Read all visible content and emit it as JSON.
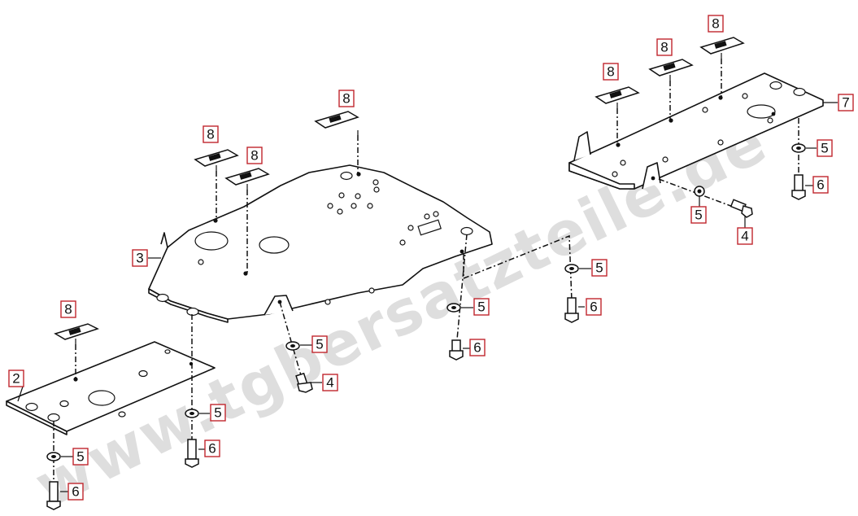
{
  "watermark": "www.tgbersatzteile.de",
  "callouts": [
    {
      "id": "c-2",
      "label": "2"
    },
    {
      "id": "c-3",
      "label": "3"
    },
    {
      "id": "c-7",
      "label": "7"
    },
    {
      "id": "c-8a",
      "label": "8"
    },
    {
      "id": "c-8b",
      "label": "8"
    },
    {
      "id": "c-8c",
      "label": "8"
    },
    {
      "id": "c-8d",
      "label": "8"
    },
    {
      "id": "c-8e",
      "label": "8"
    },
    {
      "id": "c-8f",
      "label": "8"
    },
    {
      "id": "c-8g",
      "label": "8"
    },
    {
      "id": "c-5a",
      "label": "5"
    },
    {
      "id": "c-5b",
      "label": "5"
    },
    {
      "id": "c-5c",
      "label": "5"
    },
    {
      "id": "c-5d",
      "label": "5"
    },
    {
      "id": "c-5e",
      "label": "5"
    },
    {
      "id": "c-5f",
      "label": "5"
    },
    {
      "id": "c-5g",
      "label": "5"
    },
    {
      "id": "c-6a",
      "label": "6"
    },
    {
      "id": "c-6b",
      "label": "6"
    },
    {
      "id": "c-6c",
      "label": "6"
    },
    {
      "id": "c-6d",
      "label": "6"
    },
    {
      "id": "c-6e",
      "label": "6"
    },
    {
      "id": "c-4a",
      "label": "4"
    },
    {
      "id": "c-4b",
      "label": "4"
    }
  ],
  "colors": {
    "callout_border": "#c0262d",
    "line": "#111111",
    "watermark": "#d4d4d4"
  }
}
